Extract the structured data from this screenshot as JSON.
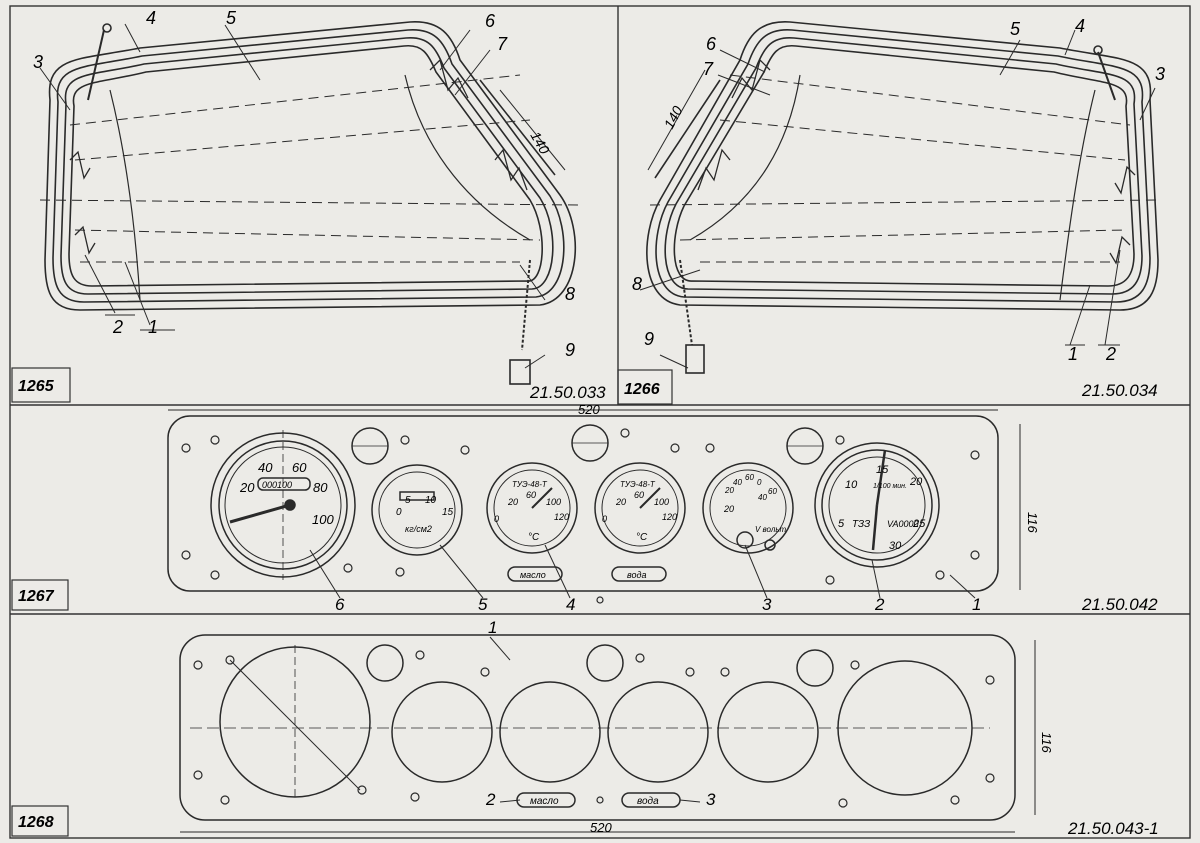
{
  "fig1265": {
    "figure_number": "1265",
    "drawing_code": "21.50.033",
    "dimension": "140",
    "callouts": [
      "1",
      "2",
      "3",
      "4",
      "5",
      "6",
      "7",
      "8",
      "9"
    ]
  },
  "fig1266": {
    "figure_number": "1266",
    "drawing_code": "21.50.034",
    "dimension": "140",
    "callouts": [
      "1",
      "2",
      "3",
      "4",
      "5",
      "6",
      "7",
      "8",
      "9"
    ]
  },
  "fig1267": {
    "figure_number": "1267",
    "drawing_code": "21.50.042",
    "width_dim": "520",
    "height_dim": "116",
    "callouts": [
      "1",
      "2",
      "3",
      "4",
      "5",
      "6"
    ],
    "speedometer": {
      "ticks": [
        "20",
        "40",
        "60",
        "80",
        "100"
      ],
      "odometer": "000100"
    },
    "gauge5": {
      "ticks": [
        "0",
        "5",
        "10",
        "15"
      ],
      "units": "кг/см2"
    },
    "gauge4": {
      "model": "ТУЭ-48-Т",
      "ticks": [
        "0",
        "20",
        "60",
        "100",
        "120"
      ],
      "unit": "°C",
      "label": "масло"
    },
    "gauge3": {
      "model": "ТУЭ-48-Т",
      "ticks": [
        "0",
        "20",
        "60",
        "100",
        "120"
      ],
      "unit": "°C",
      "label": "вода"
    },
    "ammeter": {
      "ticks": [
        "20",
        "40",
        "60",
        "0",
        "20",
        "40",
        "60"
      ],
      "label": "V вольт"
    },
    "clock": {
      "ticks": [
        "15",
        "20",
        "25",
        "30",
        "5",
        "10"
      ],
      "brand": "ТЗЗ",
      "extra": "VA0000",
      "dial_text": "1/100 мин."
    }
  },
  "fig1268": {
    "figure_number": "1268",
    "drawing_code": "21.50.043-1",
    "width_dim": "520",
    "height_dim": "116",
    "callouts": [
      "1",
      "2",
      "3"
    ],
    "plate_left": "масло",
    "plate_right": "вода"
  }
}
